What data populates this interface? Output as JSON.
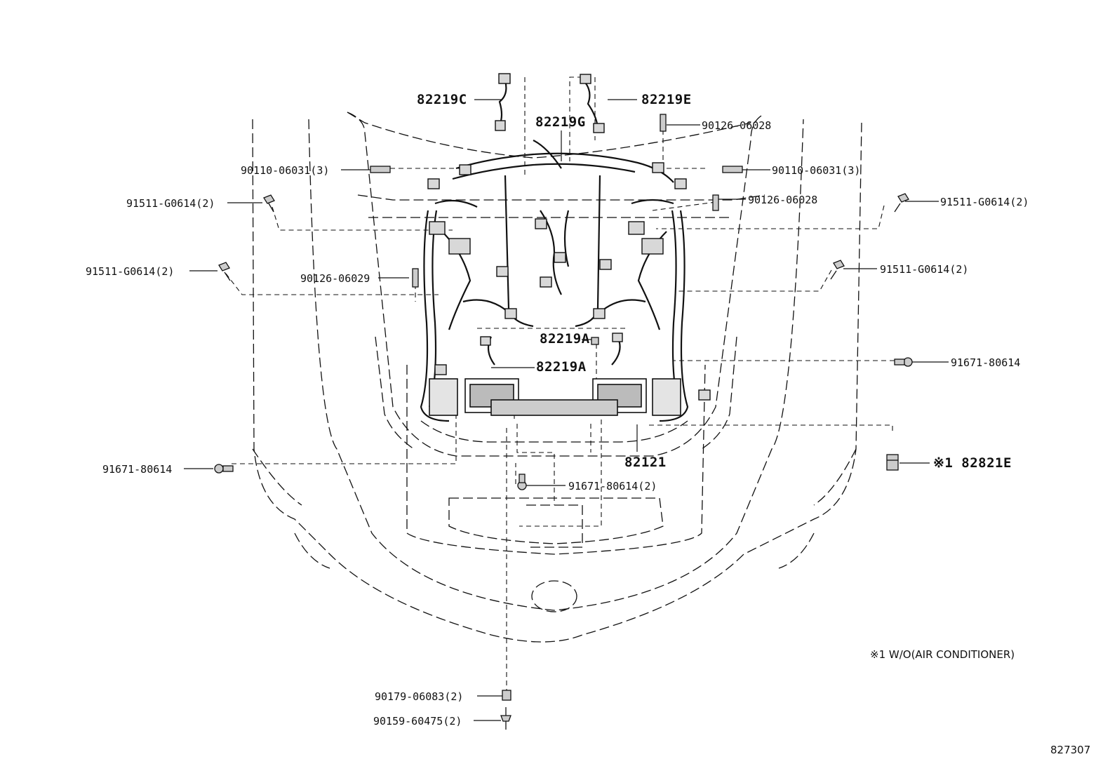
{
  "labels": {
    "c82219C": "82219C",
    "c82219E": "82219E",
    "c82219G": "82219G",
    "c90126_06028_a": "90126-06028",
    "c90110_left": "90110-06031(3)",
    "c90110_right": "90110-06031(3)",
    "c91511_ul": "91511-G0614(2)",
    "c91511_ur": "91511-G0614(2)",
    "c90126_06028_b": "90126-06028",
    "c91511_ml": "91511-G0614(2)",
    "c91511_mr": "91511-G0614(2)",
    "c90126_06029": "90126-06029",
    "c82219A_1": "82219A",
    "c82219A_2": "82219A",
    "c91671_right": "91671-80614",
    "c82121": "82121",
    "c82821E": "※1 82821E",
    "c91671_left": "91671-80614",
    "c91671_center": "91671-80614(2)",
    "c90179": "90179-06083(2)",
    "c90159": "90159-60475(2)"
  },
  "note": "※1 W/O(AIR CONDITIONER)",
  "diagram_code": "827307"
}
